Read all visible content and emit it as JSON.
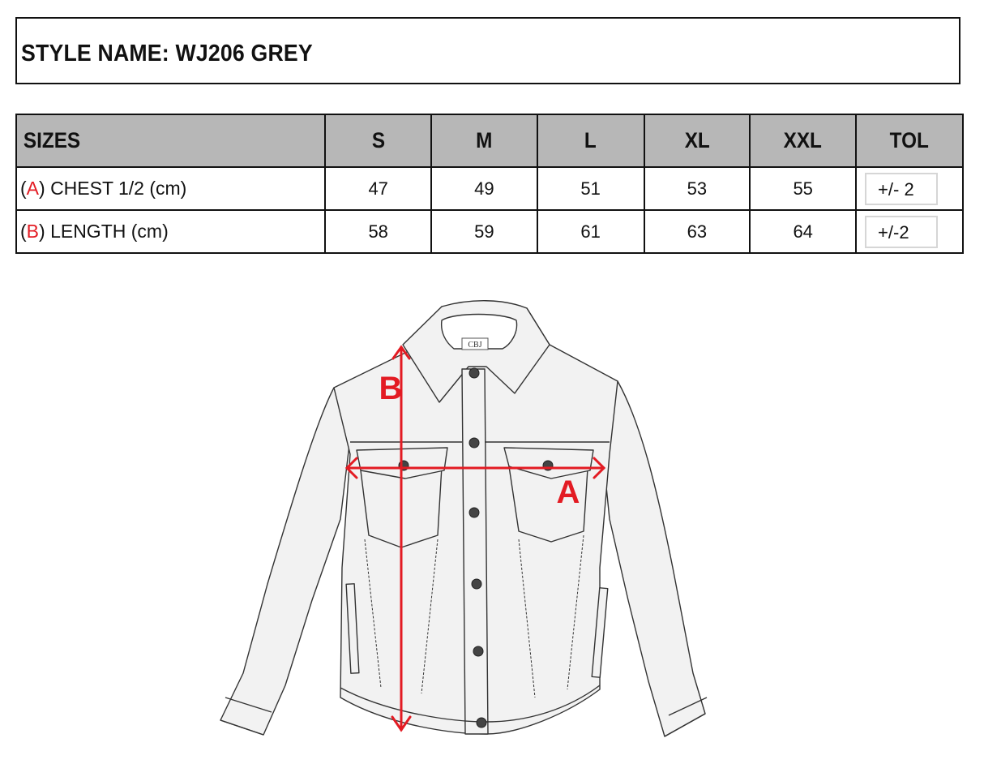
{
  "header": {
    "style_name_label": "STYLE NAME: WJ206 GREY"
  },
  "table": {
    "columns": [
      "SIZES",
      "S",
      "M",
      "L",
      "XL",
      "XXL",
      "TOL"
    ],
    "rows": [
      {
        "marker": "A",
        "label_prefix": "(",
        "label_suffix": ") CHEST 1/2 (cm)",
        "values": [
          "47",
          "49",
          "51",
          "53",
          "55"
        ],
        "tol": "+/- 2"
      },
      {
        "marker": "B",
        "label_prefix": "(",
        "label_suffix": ") LENGTH (cm)",
        "values": [
          "58",
          "59",
          "61",
          "63",
          "64"
        ],
        "tol": "+/-2"
      }
    ]
  },
  "drawing": {
    "garment": "denim-jacket-flat-sketch",
    "neck_label": "CBJ",
    "measure_a_label": "A",
    "measure_b_label": "B",
    "accent_color": "#e31b23",
    "fill_color": "#f2f2f2",
    "line_color": "#333333"
  }
}
